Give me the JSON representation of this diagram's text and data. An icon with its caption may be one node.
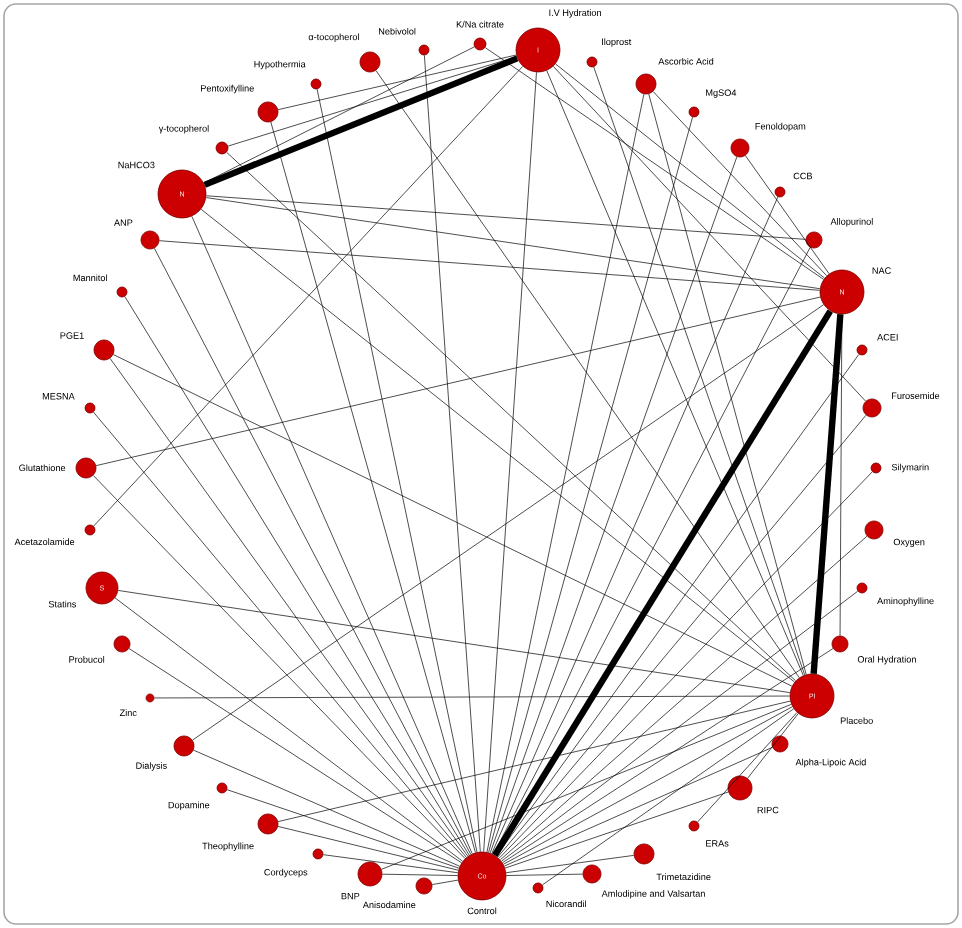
{
  "diagram": {
    "nodes": [
      {
        "text": [
          "I",
          "I.V Hydration"
        ]
      },
      {
        "text": [
          "Iloprost"
        ]
      },
      {
        "text": [
          "Ascorbic Acid"
        ]
      },
      {
        "text": [
          "MgSO4"
        ]
      },
      {
        "text": [
          "Fenoldopam"
        ]
      },
      {
        "text": [
          "CCB"
        ]
      },
      {
        "text": [
          "Allopurinol"
        ]
      },
      {
        "text": [
          "N",
          "NAC"
        ]
      },
      {
        "text": [
          "ACEI"
        ]
      },
      {
        "text": [
          "Furosemide"
        ]
      },
      {
        "text": [
          "Silymarin"
        ]
      },
      {
        "text": [
          "Oxygen"
        ]
      },
      {
        "text": [
          "Aminophylline"
        ]
      },
      {
        "text": [
          "Oral Hydration"
        ]
      },
      {
        "text": [
          "Pl",
          "Placebo"
        ]
      },
      {
        "text": [
          "Alpha-Lipoic Acid"
        ]
      },
      {
        "text": [
          "RIPC"
        ]
      },
      {
        "text": [
          "ERAs"
        ]
      },
      {
        "text": [
          "Trimetazidine"
        ]
      },
      {
        "text": [
          "Amlodipine and Valsartan"
        ]
      },
      {
        "text": [
          "Nicorandil"
        ]
      },
      {
        "text": [
          "Co",
          "Control"
        ]
      },
      {
        "text": [
          "Anisodamine"
        ]
      },
      {
        "text": [
          "BNP"
        ]
      },
      {
        "text": [
          "Cordyceps"
        ]
      },
      {
        "text": [
          "Theophylline"
        ]
      },
      {
        "text": [
          "Dopamine"
        ]
      },
      {
        "text": [
          "Dialysis"
        ]
      },
      {
        "text": [
          "Zinc"
        ]
      },
      {
        "text": [
          "Probucol"
        ]
      },
      {
        "text": [
          "S",
          "Statins"
        ]
      },
      {
        "text": [
          "Acetazolamide"
        ]
      },
      {
        "text": [
          "Glutathione"
        ]
      },
      {
        "text": [
          "MESNA"
        ]
      },
      {
        "text": [
          "PGE1"
        ]
      },
      {
        "text": [
          "Mannitol"
        ]
      },
      {
        "text": [
          "ANP"
        ]
      },
      {
        "text": [
          "N",
          "NaHCO3"
        ]
      },
      {
        "text": [
          "γ-tocopherol"
        ]
      },
      {
        "text": [
          "Pentoxifylline"
        ]
      },
      {
        "text": [
          "Hypothermia"
        ]
      },
      {
        "text": [
          "α-tocopherol"
        ]
      },
      {
        "text": [
          "Nebivolol"
        ]
      },
      {
        "text": [
          "K/Na citrate"
        ]
      }
    ],
    "edges": [
      {
        "from": 37,
        "to": 0,
        "arrow": "none",
        "style": "thick"
      },
      {
        "from": 7,
        "to": 14,
        "arrow": "none",
        "style": "thick"
      },
      {
        "from": 7,
        "to": 21,
        "arrow": "none",
        "style": "thick"
      },
      {
        "from": 37,
        "to": 7,
        "arrow": "none"
      },
      {
        "from": 37,
        "to": 21,
        "arrow": "none"
      },
      {
        "from": 37,
        "to": 14,
        "arrow": "none"
      },
      {
        "from": 0,
        "to": 21,
        "arrow": "none"
      },
      {
        "from": 0,
        "to": 7,
        "arrow": "none"
      },
      {
        "from": 0,
        "to": 14,
        "arrow": "none"
      },
      {
        "from": 30,
        "to": 14,
        "arrow": "none"
      },
      {
        "from": 30,
        "to": 21,
        "arrow": "none"
      },
      {
        "from": 14,
        "to": 21,
        "arrow": "none"
      },
      {
        "from": 1,
        "to": 14,
        "arrow": "none"
      },
      {
        "from": 2,
        "to": 7,
        "arrow": "none"
      },
      {
        "from": 2,
        "to": 14,
        "arrow": "none"
      },
      {
        "from": 2,
        "to": 21,
        "arrow": "none"
      },
      {
        "from": 3,
        "to": 21,
        "arrow": "none"
      },
      {
        "from": 4,
        "to": 7,
        "arrow": "none"
      },
      {
        "from": 4,
        "to": 21,
        "arrow": "none"
      },
      {
        "from": 5,
        "to": 21,
        "arrow": "none"
      },
      {
        "from": 6,
        "to": 21,
        "arrow": "none"
      },
      {
        "from": 6,
        "to": 37,
        "arrow": "none"
      },
      {
        "from": 8,
        "to": 21,
        "arrow": "none"
      },
      {
        "from": 9,
        "to": 21,
        "arrow": "none"
      },
      {
        "from": 9,
        "to": 0,
        "arrow": "none"
      },
      {
        "from": 10,
        "to": 21,
        "arrow": "none"
      },
      {
        "from": 11,
        "to": 21,
        "arrow": "none"
      },
      {
        "from": 12,
        "to": 21,
        "arrow": "none"
      },
      {
        "from": 13,
        "to": 7,
        "arrow": "none"
      },
      {
        "from": 13,
        "to": 21,
        "arrow": "none"
      },
      {
        "from": 15,
        "to": 21,
        "arrow": "none"
      },
      {
        "from": 16,
        "to": 14,
        "arrow": "none"
      },
      {
        "from": 16,
        "to": 21,
        "arrow": "none"
      },
      {
        "from": 17,
        "to": 14,
        "arrow": "none"
      },
      {
        "from": 18,
        "to": 21,
        "arrow": "none"
      },
      {
        "from": 19,
        "to": 21,
        "arrow": "none"
      },
      {
        "from": 20,
        "to": 14,
        "arrow": "none"
      },
      {
        "from": 22,
        "to": 21,
        "arrow": "none"
      },
      {
        "from": 23,
        "to": 21,
        "arrow": "none"
      },
      {
        "from": 23,
        "to": 14,
        "arrow": "none"
      },
      {
        "from": 24,
        "to": 21,
        "arrow": "none"
      },
      {
        "from": 25,
        "to": 21,
        "arrow": "none"
      },
      {
        "from": 25,
        "to": 14,
        "arrow": "none"
      },
      {
        "from": 26,
        "to": 21,
        "arrow": "none"
      },
      {
        "from": 27,
        "to": 21,
        "arrow": "none"
      },
      {
        "from": 27,
        "to": 7,
        "arrow": "none"
      },
      {
        "from": 28,
        "to": 14,
        "arrow": "none"
      },
      {
        "from": 29,
        "to": 21,
        "arrow": "none"
      },
      {
        "from": 31,
        "to": 0,
        "arrow": "none"
      },
      {
        "from": 32,
        "to": 7,
        "arrow": "none"
      },
      {
        "from": 32,
        "to": 21,
        "arrow": "none"
      },
      {
        "from": 33,
        "to": 21,
        "arrow": "none"
      },
      {
        "from": 34,
        "to": 14,
        "arrow": "none"
      },
      {
        "from": 34,
        "to": 21,
        "arrow": "none"
      },
      {
        "from": 35,
        "to": 21,
        "arrow": "none"
      },
      {
        "from": 36,
        "to": 21,
        "arrow": "none"
      },
      {
        "from": 36,
        "to": 7,
        "arrow": "none"
      },
      {
        "from": 38,
        "to": 0,
        "arrow": "none"
      },
      {
        "from": 38,
        "to": 14,
        "arrow": "none"
      },
      {
        "from": 39,
        "to": 0,
        "arrow": "none"
      },
      {
        "from": 39,
        "to": 21,
        "arrow": "none"
      },
      {
        "from": 40,
        "to": 21,
        "arrow": "none"
      },
      {
        "from": 41,
        "to": 14,
        "arrow": "none"
      },
      {
        "from": 42,
        "to": 21,
        "arrow": "none"
      },
      {
        "from": 43,
        "to": 37,
        "arrow": "none"
      },
      {
        "from": 43,
        "to": 7,
        "arrow": "none"
      }
    ]
  }
}
